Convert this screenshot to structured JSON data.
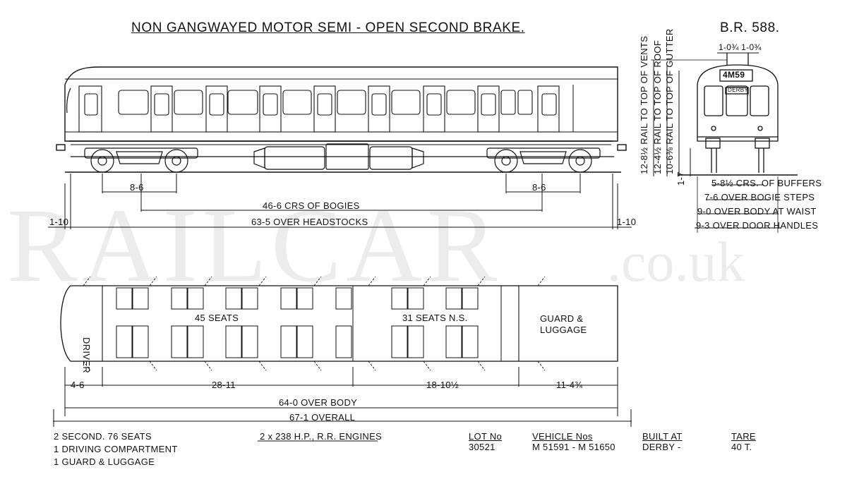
{
  "title": "NON GANGWAYED MOTOR SEMI - OPEN SECOND BRAKE.",
  "ref": "B.R. 588.",
  "end_view": {
    "headcode": "4M59",
    "destination": "DERBY",
    "top_width": "1-0¾ 1-0¾",
    "heights": [
      {
        "value": "12-8½",
        "label": "RAIL TO TOP OF VENTS"
      },
      {
        "value": "12-4½",
        "label": "RAIL TO TOP OF ROOF"
      },
      {
        "value": "10-6⅜",
        "label": "RAIL TO TOP OF GUTTER"
      },
      {
        "value": "1-7",
        "label": ""
      }
    ],
    "widths": [
      "5-8½ CRS. OF BUFFERS",
      "7-6 OVER BOGIE STEPS",
      "9-0 OVER BODY AT WAIST",
      "9-3 OVER DOOR HANDLES"
    ]
  },
  "side_view": {
    "bogie_wb_left": "8-6",
    "bogie_wb_right": "8-6",
    "crs_bogies": "46-6 CRS OF BOGIES",
    "over_headstocks": "63-5 OVER HEADSTOCKS",
    "overhang_left": "1-10",
    "overhang_right": "1-10"
  },
  "plan_view": {
    "driver": "DRIVER",
    "seats_a": "45 SEATS",
    "seats_b": "31 SEATS N.S.",
    "guard_1": "GUARD &",
    "guard_2": "LUGGAGE",
    "dims": [
      "4-6",
      "28-11",
      "18-10½",
      "11-4¾"
    ],
    "over_body": "64-0 OVER BODY",
    "overall": "67-1 OVERALL"
  },
  "watermark": {
    "main": "RAILCAR",
    "suffix": ".co.uk"
  },
  "footer": {
    "summary": [
      "2 SECOND. 76 SEATS",
      "1 DRIVING COMPARTMENT",
      "1 GUARD & LUGGAGE"
    ],
    "engines": "2 x 238 H.P., R.R. ENGINES",
    "lot_label": "LOT No",
    "lot_value": "30521",
    "vehicle_label": "VEHICLE Nos",
    "vehicle_value": "M 51591 - M 51650",
    "built_label": "BUILT AT",
    "built_value": "DERBY -",
    "tare_label": "TARE",
    "tare_value": "40 T."
  }
}
